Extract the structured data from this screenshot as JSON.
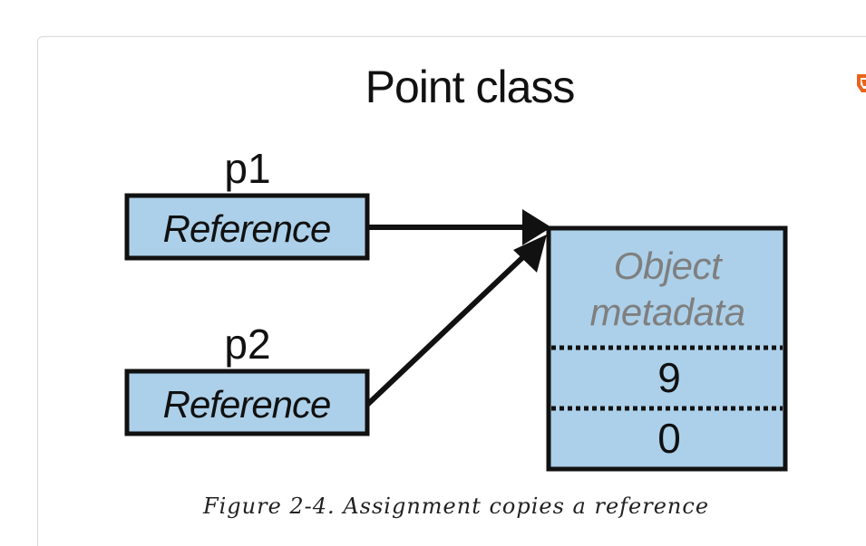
{
  "diagram": {
    "title": "Point class",
    "variables": [
      {
        "name": "p1",
        "box_label": "Reference"
      },
      {
        "name": "p2",
        "box_label": "Reference"
      }
    ],
    "object": {
      "header_lines": [
        "Object",
        "metadata"
      ],
      "fields": [
        "9",
        "0"
      ]
    }
  },
  "caption": "Figure 2-4. Assignment copies a reference",
  "colors": {
    "box_fill": "#acd0e9",
    "stroke": "#111111",
    "metadata_text": "#7f7f7f",
    "accent": "#e8631c"
  },
  "icons": {
    "corner_badge": "orange-badge-icon"
  }
}
